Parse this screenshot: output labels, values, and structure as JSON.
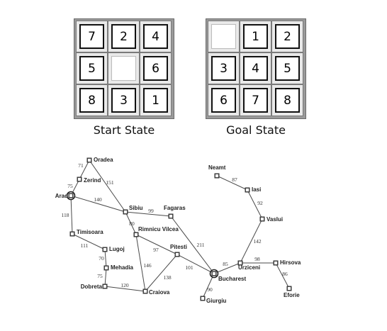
{
  "puzzle": {
    "start": {
      "label": "Start State",
      "tiles": [
        "7",
        "2",
        "4",
        "5",
        "",
        "6",
        "8",
        "3",
        "1"
      ]
    },
    "goal": {
      "label": "Goal State",
      "tiles": [
        "",
        "1",
        "2",
        "3",
        "4",
        "5",
        "6",
        "7",
        "8"
      ]
    }
  },
  "map": {
    "cities": [
      {
        "id": "oradea",
        "name": "Oradea"
      },
      {
        "id": "zerind",
        "name": "Zerind"
      },
      {
        "id": "arad",
        "name": "Arad",
        "marker": "ring"
      },
      {
        "id": "sibiu",
        "name": "Sibiu"
      },
      {
        "id": "fagaras",
        "name": "Fagaras"
      },
      {
        "id": "timisoara",
        "name": "Timisoara"
      },
      {
        "id": "rimnicu",
        "name": "Rimnicu Vilcea"
      },
      {
        "id": "lugoj",
        "name": "Lugoj"
      },
      {
        "id": "pitesti",
        "name": "Pitesti"
      },
      {
        "id": "mehadia",
        "name": "Mehadia"
      },
      {
        "id": "dobreta",
        "name": "Dobreta"
      },
      {
        "id": "craiova",
        "name": "Craiova"
      },
      {
        "id": "bucharest",
        "name": "Bucharest",
        "marker": "ring"
      },
      {
        "id": "giurgiu",
        "name": "Giurgiu"
      },
      {
        "id": "urziceni",
        "name": "Urziceni"
      },
      {
        "id": "hirsova",
        "name": "Hirsova"
      },
      {
        "id": "eforie",
        "name": "Eforie"
      },
      {
        "id": "vaslui",
        "name": "Vaslui"
      },
      {
        "id": "iasi",
        "name": "Iasi"
      },
      {
        "id": "neamt",
        "name": "Neamt"
      }
    ],
    "roads": [
      {
        "from": "oradea",
        "to": "zerind",
        "distance": "71"
      },
      {
        "from": "zerind",
        "to": "arad",
        "distance": "75"
      },
      {
        "from": "oradea",
        "to": "sibiu",
        "distance": "151"
      },
      {
        "from": "arad",
        "to": "sibiu",
        "distance": "140"
      },
      {
        "from": "arad",
        "to": "timisoara",
        "distance": "118"
      },
      {
        "from": "timisoara",
        "to": "lugoj",
        "distance": "111"
      },
      {
        "from": "lugoj",
        "to": "mehadia",
        "distance": "70"
      },
      {
        "from": "mehadia",
        "to": "dobreta",
        "distance": "75"
      },
      {
        "from": "dobreta",
        "to": "craiova",
        "distance": "120"
      },
      {
        "from": "sibiu",
        "to": "fagaras",
        "distance": "99"
      },
      {
        "from": "sibiu",
        "to": "rimnicu",
        "distance": "80"
      },
      {
        "from": "rimnicu",
        "to": "pitesti",
        "distance": "97"
      },
      {
        "from": "rimnicu",
        "to": "craiova",
        "distance": "146"
      },
      {
        "from": "craiova",
        "to": "pitesti",
        "distance": "138"
      },
      {
        "from": "fagaras",
        "to": "bucharest",
        "distance": "211"
      },
      {
        "from": "pitesti",
        "to": "bucharest",
        "distance": "101"
      },
      {
        "from": "bucharest",
        "to": "giurgiu",
        "distance": "90"
      },
      {
        "from": "bucharest",
        "to": "urziceni",
        "distance": "85"
      },
      {
        "from": "urziceni",
        "to": "hirsova",
        "distance": "98"
      },
      {
        "from": "hirsova",
        "to": "eforie",
        "distance": "86"
      },
      {
        "from": "urziceni",
        "to": "vaslui",
        "distance": "142"
      },
      {
        "from": "vaslui",
        "to": "iasi",
        "distance": "92"
      },
      {
        "from": "iasi",
        "to": "neamt",
        "distance": "87"
      }
    ]
  }
}
